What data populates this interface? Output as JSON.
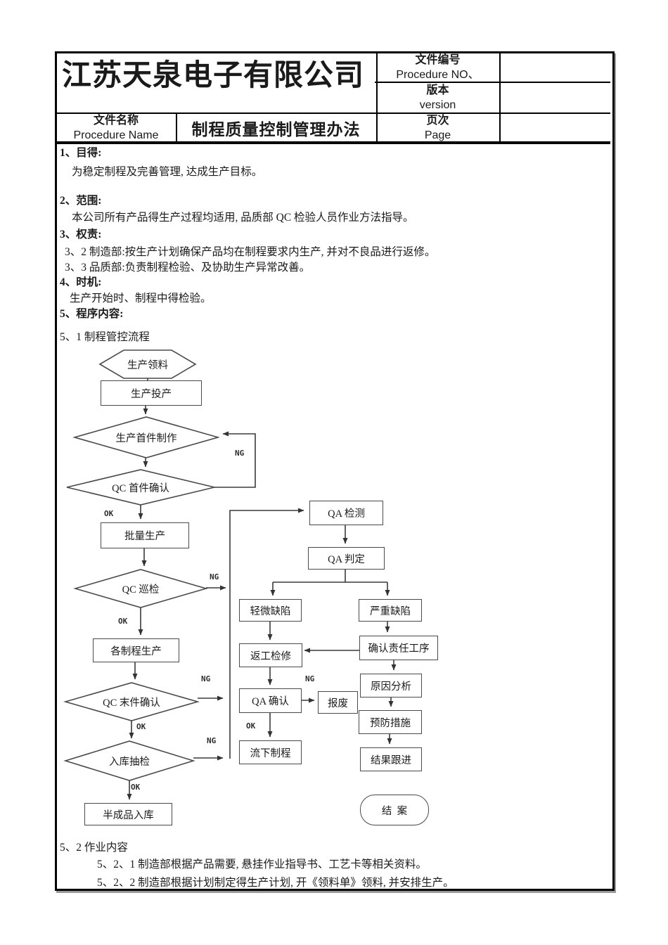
{
  "header": {
    "company_name": "江苏天泉电子有限公司",
    "doc_no_label_cn": "文件编号",
    "doc_no_label_en": "Procedure NO、",
    "doc_no_value": "",
    "version_label_cn": "版本",
    "version_label_en": "version",
    "version_value": "",
    "doc_name_label_cn": "文件名称",
    "doc_name_label_en": "Procedure Name",
    "doc_title": "制程质量控制管理办法",
    "page_label_cn": "页次",
    "page_label_en": "Page",
    "page_value": ""
  },
  "body": {
    "s1_heading": "1、目得:",
    "s1_text": "为稳定制程及完善管理, 达成生产目标。",
    "s2_heading": "2、范围:",
    "s2_text": "本公司所有产品得生产过程均适用, 品质部 QC 检验人员作业方法指导。",
    "s3_heading": "3、权责:",
    "s3_item1": "3、2 制造部:按生产计划确保产品均在制程要求内生产, 并对不良品进行返修。",
    "s3_item2": "3、3 品质部:负责制程检验、及协助生产异常改善。",
    "s4_heading": "4、时机:",
    "s4_text": "生产开始时、制程中得检验。",
    "s5_heading": "5、程序内容:",
    "s5_1_text": "5、1 制程管控流程",
    "s5_2_text": "5、2 作业内容",
    "s5_2_1_text": "5、2、1 制造部根据产品需要, 悬挂作业指导书、工艺卡等相关资料。",
    "s5_2_2_text": "5、2、2 制造部根据计划制定得生产计划, 开《领料单》领料, 并安排生产。"
  },
  "flowchart": {
    "nodes": {
      "receive": "生产领料",
      "start": "生产投产",
      "first_make": "生产首件制作",
      "qc_first": "QC 首件确认",
      "batch": "批量生产",
      "qc_patrol": "QC 巡检",
      "each_process": "各制程生产",
      "qc_last": "QC 末件确认",
      "wh_check": "入库抽检",
      "semi_storage": "半成品入库",
      "qa_test": "QA 检测",
      "qa_judge": "QA 判定",
      "minor_defect": "轻微缺陷",
      "major_defect": "严重缺陷",
      "rework": "返工检修",
      "confirm_process": "确认责任工序",
      "qa_confirm": "QA 确认",
      "scrap": "报废",
      "next_process": "流下制程",
      "cause_analysis": "原因分析",
      "prevention": "预防措施",
      "result_follow": "结果跟进",
      "close_case": "结  案"
    },
    "labels": {
      "ok": "OK",
      "ng": "NG"
    },
    "edges": [
      {
        "from": "生产领料",
        "to": "生产投产"
      },
      {
        "from": "生产投产",
        "to": "生产首件制作"
      },
      {
        "from": "生产首件制作",
        "to": "QC 首件确认"
      },
      {
        "from": "QC 首件确认",
        "to": "批量生产",
        "label": "OK"
      },
      {
        "from": "QC 首件确认",
        "to": "生产首件制作",
        "label": "NG"
      },
      {
        "from": "批量生产",
        "to": "QC 巡检"
      },
      {
        "from": "QC 巡检",
        "to": "各制程生产",
        "label": "OK"
      },
      {
        "from": "QC 巡检",
        "to": "QA 检测",
        "label": "NG"
      },
      {
        "from": "各制程生产",
        "to": "QC 末件确认"
      },
      {
        "from": "QC 末件确认",
        "to": "入库抽检",
        "label": "OK"
      },
      {
        "from": "QC 末件确认",
        "to": "QA 检测",
        "label": "NG"
      },
      {
        "from": "入库抽检",
        "to": "半成品入库",
        "label": "OK"
      },
      {
        "from": "入库抽检",
        "to": "QA 检测",
        "label": "NG"
      },
      {
        "from": "QA 检测",
        "to": "QA 判定"
      },
      {
        "from": "QA 判定",
        "to": "轻微缺陷"
      },
      {
        "from": "QA 判定",
        "to": "严重缺陷"
      },
      {
        "from": "轻微缺陷",
        "to": "返工检修"
      },
      {
        "from": "严重缺陷",
        "to": "确认责任工序"
      },
      {
        "from": "确认责任工序",
        "to": "返工检修"
      },
      {
        "from": "返工检修",
        "to": "QA 确认"
      },
      {
        "from": "QA 确认",
        "to": "报废",
        "label": "NG"
      },
      {
        "from": "QA 确认",
        "to": "流下制程",
        "label": "OK"
      },
      {
        "from": "确认责任工序",
        "to": "原因分析"
      },
      {
        "from": "原因分析",
        "to": "预防措施"
      },
      {
        "from": "预防措施",
        "to": "结果跟进"
      }
    ]
  },
  "colors": {
    "border": "#000000",
    "line": "#3a3a3a",
    "node_border": "#4a4a4a",
    "text": "#1a1a1a",
    "background": "#ffffff"
  }
}
